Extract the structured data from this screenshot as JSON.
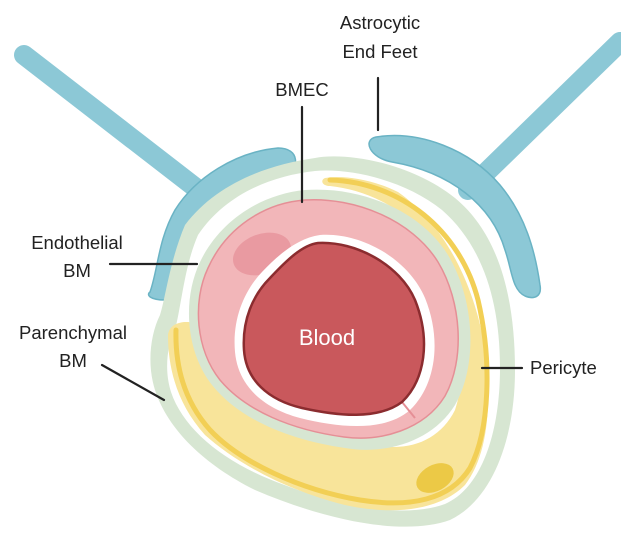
{
  "labels": {
    "astrocytic_line1": "Astrocytic",
    "astrocytic_line2": "End Feet",
    "bmec": "BMEC",
    "endothelial_line1": "Endothelial",
    "endothelial_line2": "BM",
    "parenchymal_line1": "Parenchymal",
    "parenchymal_line2": "BM",
    "pericyte": "Pericyte",
    "blood": "Blood"
  },
  "colors": {
    "astrocyte": "#8cc8d6",
    "astrocyte_stroke": "#6ab3c4",
    "parenchymal_bm": "#d7e6d2",
    "pericyte": "#f8e49a",
    "pericyte_line": "#f2cf55",
    "pericyte_nucleus": "#ecc946",
    "bmec": "#f2b6b9",
    "bmec_edge": "#e58f96",
    "bmec_nucleus": "#e99aa1",
    "blood": "#c9585c",
    "blood_edge": "#8b2c2f",
    "outline": "#222222"
  }
}
